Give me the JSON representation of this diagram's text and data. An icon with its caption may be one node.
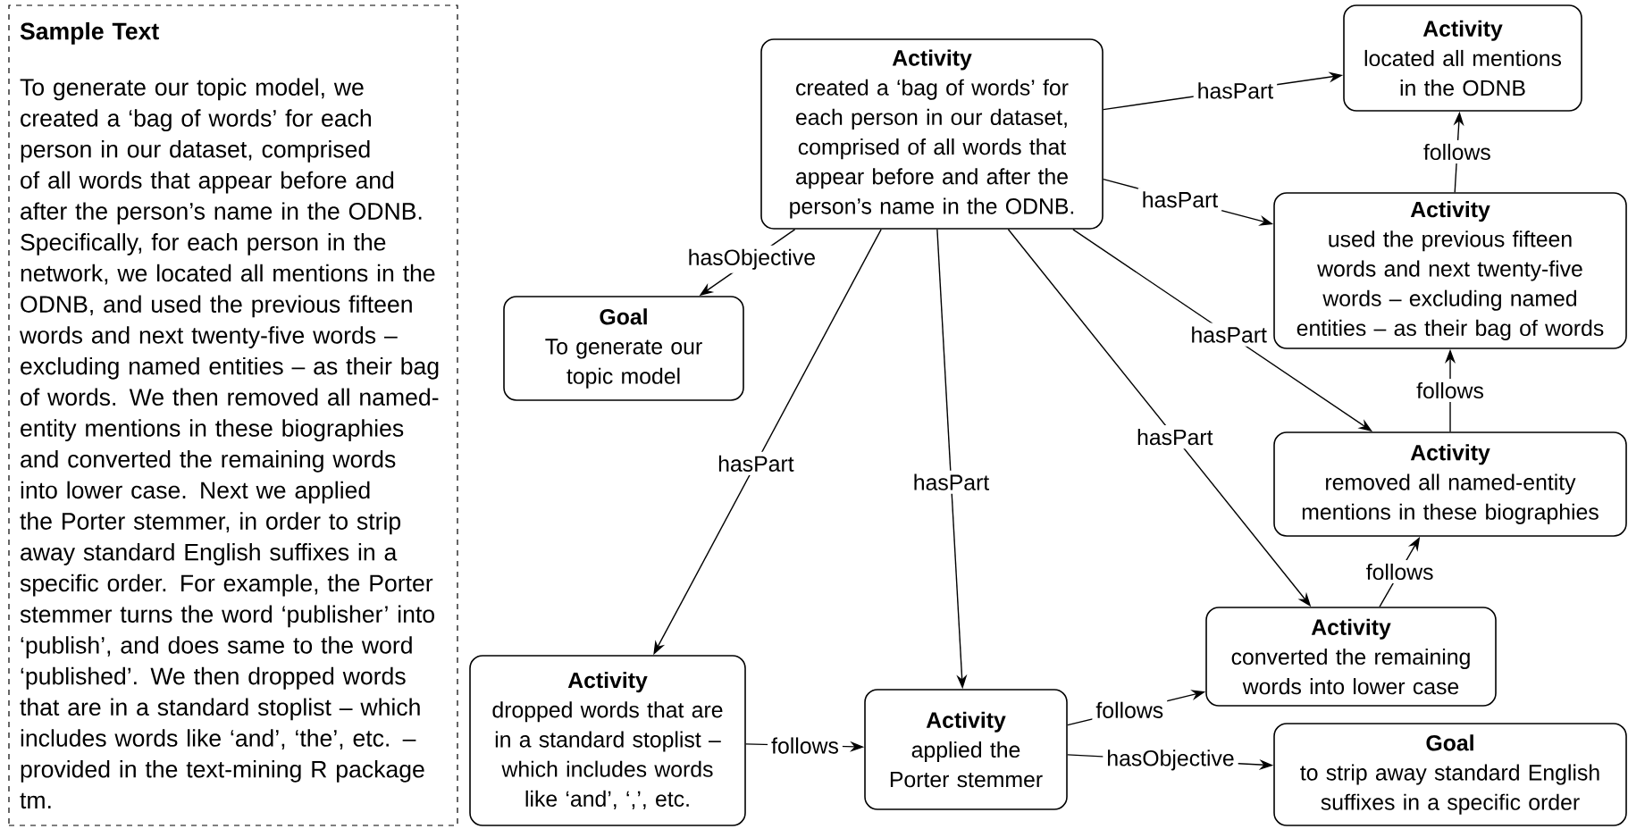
{
  "diagram": {
    "nodes": [
      {
        "text": [
          "Sample Text",
          "To generate our topic model, we created a ‘bag of words’ for each person in our dataset, comprised of all words that appear before and after the person’s name in the ODNB. Specifically, for each person in the network, we located all mentions in the ODNB, and used the previous fifteen words and next twenty-five words – excluding named entities – as their bag of words. We then removed all named-entity mentions in these biographies and converted the remaining words into lower case. Next we applied the Porter stemmer, in order to strip away standard English suffixes in a specific order. For example, the Porter stemmer turns the word ‘publisher’ into ‘publish’, and does same to the word ‘published’. We then dropped words that are in a standard stoplist – which includes words like ‘and’, ‘the’, etc. – provided in the text-mining R package tm."
        ]
      },
      {
        "text": [
          "Activity",
          "created a ‘bag of words’ for each person in our dataset, comprised of all words that appear before and after the person’s name in the ODNB."
        ]
      },
      {
        "text": [
          "Goal",
          "To generate our topic model"
        ]
      },
      {
        "text": [
          "Activity",
          "located all mentions in the ODNB"
        ]
      },
      {
        "text": [
          "Activity",
          "used the previous fifteen words and next twenty-five words – excluding named entities – as their bag of words"
        ]
      },
      {
        "text": [
          "Activity",
          "removed all named-entity mentions in these biographies"
        ]
      },
      {
        "text": [
          "Activity",
          "converted the remaining words into lower case"
        ]
      },
      {
        "text": [
          "Activity",
          "dropped words that are in a standard stoplist – which includes words like ‘and’, ‘,’, etc."
        ]
      },
      {
        "text": [
          "Activity",
          "applied the Porter stemmer"
        ]
      },
      {
        "text": [
          "Goal",
          "to strip away standard English suffixes in a specific order"
        ]
      }
    ],
    "edges": [
      {
        "from": 1,
        "to": 2,
        "arrow": "to",
        "label": "hasObjective"
      },
      {
        "from": 1,
        "to": 3,
        "arrow": "to",
        "label": "hasPart"
      },
      {
        "from": 1,
        "to": 4,
        "arrow": "to",
        "label": "hasPart"
      },
      {
        "from": 1,
        "to": 5,
        "arrow": "to",
        "label": "hasPart"
      },
      {
        "from": 1,
        "to": 6,
        "arrow": "to",
        "label": "hasPart"
      },
      {
        "from": 1,
        "to": 7,
        "arrow": "to",
        "label": "hasPart"
      },
      {
        "from": 1,
        "to": 8,
        "arrow": "to",
        "label": "hasPart"
      },
      {
        "from": 4,
        "to": 3,
        "arrow": "to",
        "label": "follows"
      },
      {
        "from": 5,
        "to": 4,
        "arrow": "to",
        "label": "follows"
      },
      {
        "from": 6,
        "to": 5,
        "arrow": "to",
        "label": "follows"
      },
      {
        "from": 8,
        "to": 6,
        "arrow": "to",
        "label": "follows"
      },
      {
        "from": 7,
        "to": 8,
        "arrow": "to",
        "label": "follows"
      },
      {
        "from": 8,
        "to": 9,
        "arrow": "to",
        "label": "hasObjective"
      }
    ]
  }
}
